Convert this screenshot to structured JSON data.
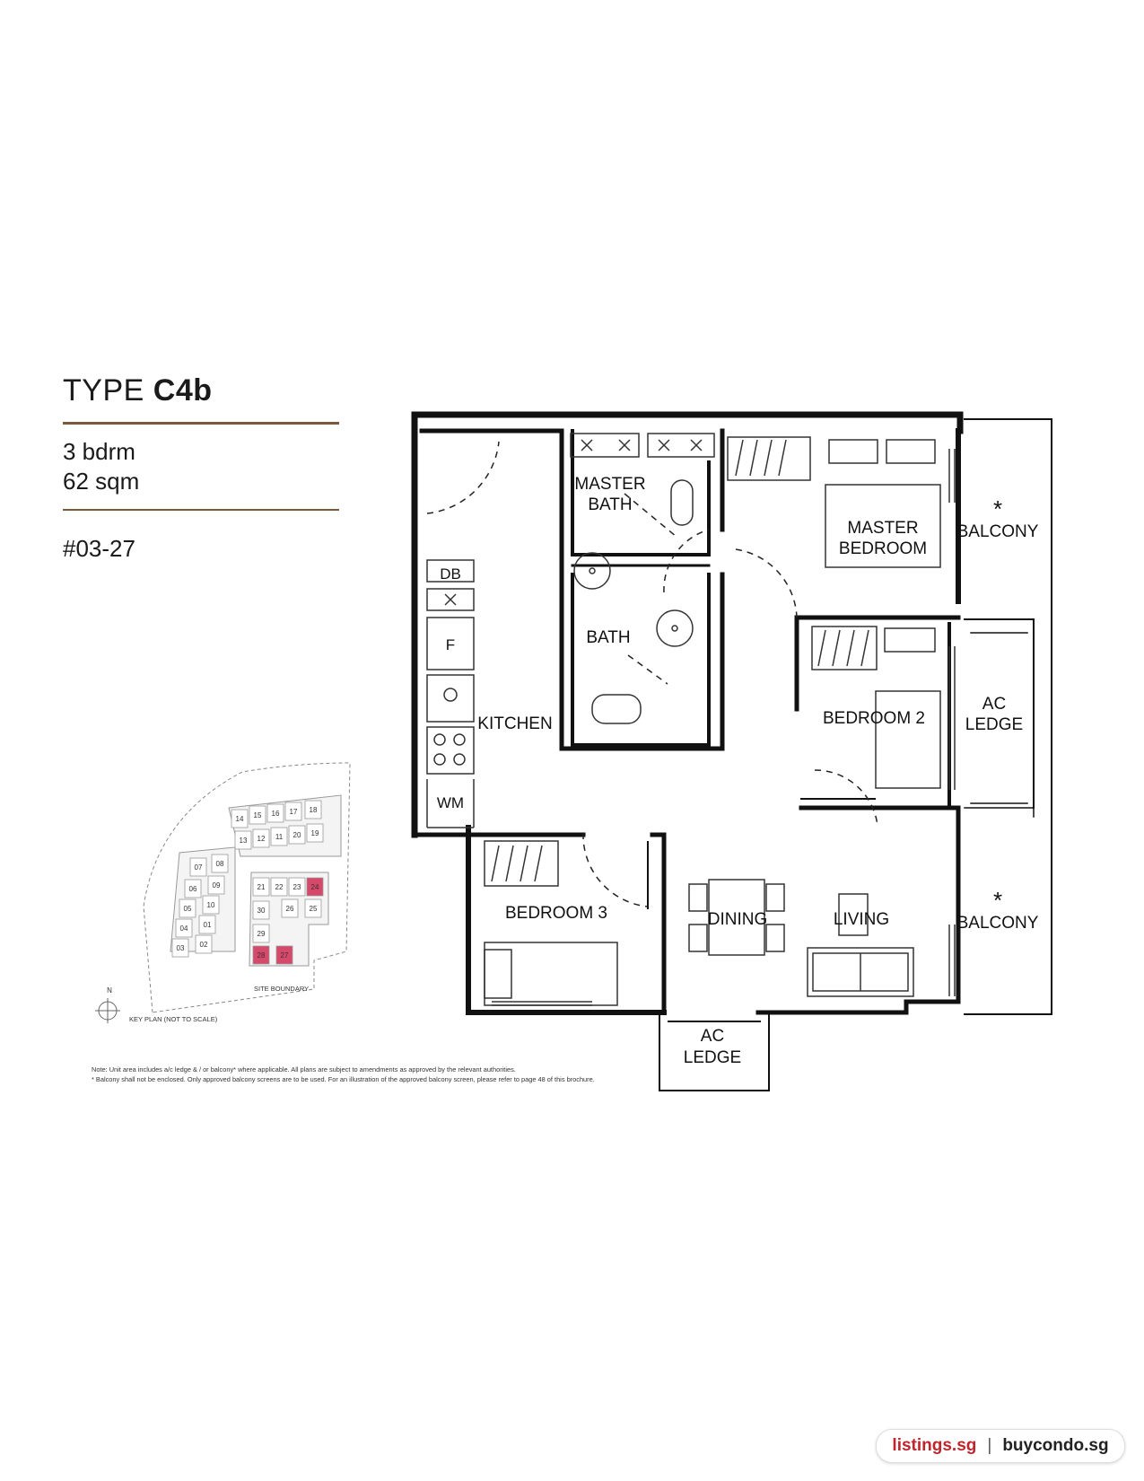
{
  "header": {
    "type_prefix": "TYPE",
    "type_code": "C4b",
    "bedrooms": "3 bdrm",
    "area": "62 sqm",
    "unit_number": "#03-27"
  },
  "rooms": {
    "master_bath_1": "MASTER",
    "master_bath_2": "BATH",
    "bath": "BATH",
    "master_bedroom_1": "MASTER",
    "master_bedroom_2": "BEDROOM",
    "balcony_top_star": "*",
    "balcony_top": "BALCONY",
    "bedroom_2": "BEDROOM 2",
    "ac_ledge_right_1": "AC",
    "ac_ledge_right_2": "LEDGE",
    "kitchen": "KITCHEN",
    "db": "DB",
    "fridge": "F",
    "wm": "WM",
    "bedroom_3": "BEDROOM 3",
    "dining": "DINING",
    "living": "LIVING",
    "balcony_bottom_star": "*",
    "balcony_bottom": "BALCONY",
    "ac_ledge_bottom_1": "AC",
    "ac_ledge_bottom_2": "LEDGE"
  },
  "key_plan": {
    "units": [
      "14",
      "15",
      "16",
      "17",
      "18",
      "13",
      "12",
      "11",
      "20",
      "19",
      "07",
      "08",
      "06",
      "09",
      "05",
      "10",
      "04",
      "01",
      "03",
      "02",
      "21",
      "22",
      "23",
      "24",
      "30",
      "26",
      "25",
      "29",
      "28",
      "27"
    ],
    "highlighted_units": [
      "24",
      "28",
      "27"
    ],
    "highlight_color": "#d6496b",
    "north_label": "N",
    "site_boundary": "SITE BOUNDARY",
    "caption": "KEY PLAN (NOT TO SCALE)"
  },
  "notes": {
    "line1": "Note: Unit area includes a/c ledge & / or balcony* where applicable. All plans are subject to amendments as approved by the relevant authorities.",
    "line2": "* Balcony shall not be enclosed. Only approved balcony screens are to be used. For an illustration of the approved balcony screen, please refer to page 48 of this brochure."
  },
  "footer": {
    "site_a": "listings.sg",
    "separator": "|",
    "site_b": "buycondo.sg"
  },
  "colors": {
    "accent_rule": "#7a5a3a",
    "footer_red": "#c0252d"
  }
}
